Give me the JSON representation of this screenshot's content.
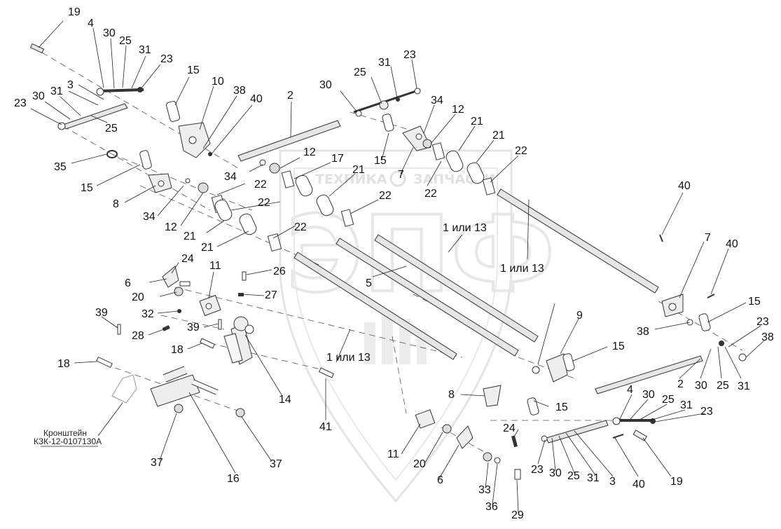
{
  "watermark": {
    "line1": "ТЕХНИКА",
    "line2": "ЗАПЧАСТИ",
    "logo": "ЭПФ",
    "color": "#c8c8c8"
  },
  "bracket_note": {
    "line1": "Кронштейн",
    "line2": "КЗК-12-0107130А"
  },
  "callouts": [
    "19",
    "4",
    "30",
    "25",
    "31",
    "23",
    "3",
    "23",
    "30",
    "31",
    "25",
    "35",
    "15",
    "8",
    "15",
    "10",
    "38",
    "40",
    "2",
    "34",
    "12",
    "17",
    "22",
    "22",
    "21",
    "21",
    "30",
    "25",
    "31",
    "23",
    "34",
    "12",
    "21",
    "21",
    "22",
    "22",
    "15",
    "7",
    "21",
    "22",
    "22",
    "1 или 13",
    "1 или 13",
    "5",
    "40",
    "7",
    "40",
    "15",
    "38",
    "23",
    "38",
    "9",
    "15",
    "2",
    "30",
    "25",
    "31",
    "24",
    "6",
    "20",
    "32",
    "28",
    "11",
    "26",
    "27",
    "39",
    "18",
    "39",
    "18",
    "14",
    "41",
    "1 или 13",
    "16",
    "37",
    "37",
    "8",
    "15",
    "4",
    "30",
    "25",
    "31",
    "23",
    "11",
    "20",
    "24",
    "6",
    "33",
    "36",
    "29",
    "23",
    "30",
    "25",
    "31",
    "3",
    "40",
    "19",
    "12",
    "15",
    "34",
    "12",
    "22",
    "22"
  ]
}
